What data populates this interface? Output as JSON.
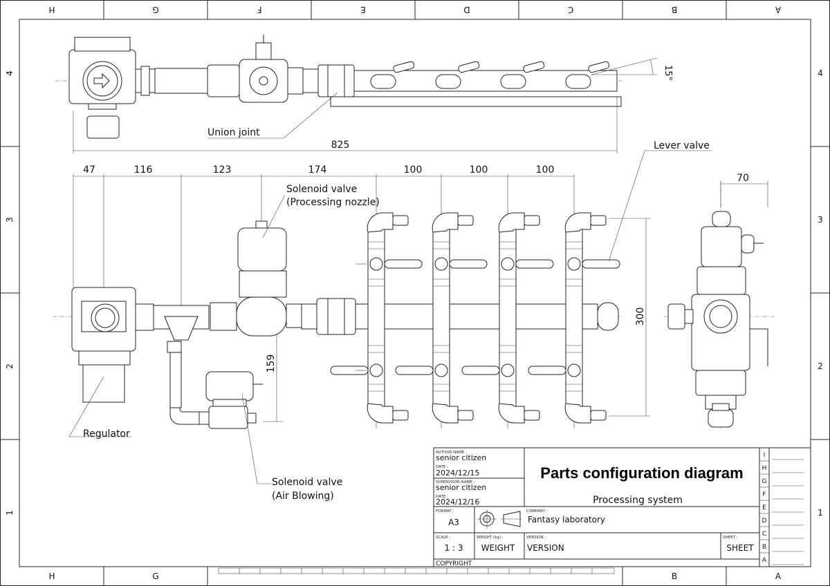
{
  "frame": {
    "columns_top": [
      "H",
      "G",
      "F",
      "E",
      "D",
      "C",
      "B",
      "A"
    ],
    "columns_bottom": [
      "H",
      "G",
      "B",
      "A"
    ],
    "rows": [
      "4",
      "3",
      "2",
      "1"
    ]
  },
  "labels": {
    "union_joint": "Union joint",
    "lever_valve": "Lever valve",
    "solenoid_nozzle_1": "Solenoid valve",
    "solenoid_nozzle_2": "(Processing nozzle)",
    "regulator": "Regulator",
    "solenoid_air_1": "Solenoid valve",
    "solenoid_air_2": "(Air Blowing)"
  },
  "dimensions": {
    "overall": "825",
    "d47": "47",
    "d116": "116",
    "d123": "123",
    "d174": "174",
    "d100a": "100",
    "d100b": "100",
    "d100c": "100",
    "d70": "70",
    "d300": "300",
    "d159": "159",
    "angle": "15°"
  },
  "title_block": {
    "author_label": "AUTHOR NAME :",
    "author": "senior citizen",
    "date_label": "DATE :",
    "date": "2024/12/15",
    "supervisor_label": "SUPERVISOR NAME :",
    "supervisor": "senior citizen",
    "date2_label": "DATE :",
    "date2": "2024/12/16",
    "title": "Parts configuration diagram",
    "subtitle": "Processing system",
    "format_label": "FORMAT :",
    "format": "A3",
    "company_label": "COMPANY :",
    "company": "Fantasy laboratory",
    "scale_label": "SCALE :",
    "scale": "1 : 3",
    "weight_label": "WEIGHT (kg) :",
    "weight": "WEIGHT",
    "version_label": "VERSION :",
    "version": "VERSION",
    "sheet_label": "SHEET :",
    "sheet": "SHEET",
    "copyright": "COPYRIGHT",
    "revisions": [
      "I",
      "H",
      "G",
      "F",
      "E",
      "D",
      "C",
      "B",
      "A"
    ]
  }
}
